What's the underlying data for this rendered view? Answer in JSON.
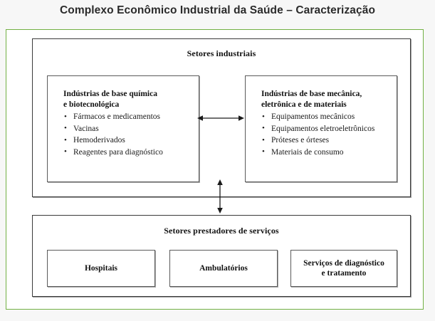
{
  "title": "Complexo Econômico Industrial da Saúde – Caracterização",
  "colors": {
    "frame_green": "#72b044",
    "page_background": "#f7f7f7",
    "panel_background": "#ffffff",
    "text": "#111111",
    "title_text": "#2b2b2b"
  },
  "sections": {
    "industrial": {
      "header": "Setores industriais",
      "chemical": {
        "title_line1": "Indústrias de base química",
        "title_line2": "e biotecnológica",
        "items": [
          "Fármacos e medicamentos",
          "Vacinas",
          "Hemoderivados",
          "Reagentes para diagnóstico"
        ]
      },
      "mechanical": {
        "title_line1": "Indústrias de base mecânica,",
        "title_line2": "eletrônica e de materiais",
        "items": [
          "Equipamentos mecânicos",
          "Equipamentos eletroeletrônicos",
          "Próteses e órteses",
          "Materiais de consumo"
        ]
      }
    },
    "services": {
      "header": "Setores prestadores de serviços",
      "boxes": [
        {
          "label_line1": "Hospitais",
          "label_line2": ""
        },
        {
          "label_line1": "Ambulatórios",
          "label_line2": ""
        },
        {
          "label_line1": "Serviços de diagnóstico",
          "label_line2": "e tratamento"
        }
      ]
    }
  },
  "connectors": {
    "horizontal": "double-headed-arrow-horizontal",
    "vertical": "double-headed-arrow-vertical"
  }
}
